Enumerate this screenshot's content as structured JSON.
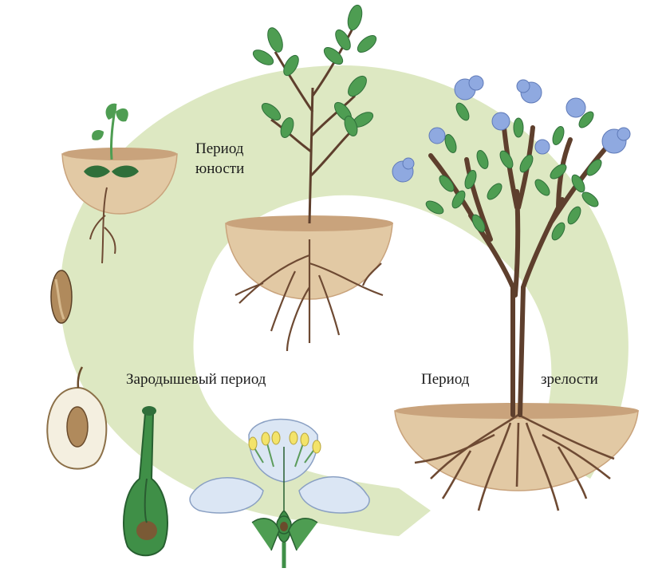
{
  "labels": {
    "youth_line1": "Период",
    "youth_line2": "юности",
    "embryonic": "Зародышевый период",
    "maturity_word1": "Период",
    "maturity_word2": "зрелости"
  },
  "colors": {
    "cycle_band": "#dde8c2",
    "soil": "#e2c9a4",
    "soil_dark": "#c9a37c",
    "root": "#6e4a33",
    "stem": "#5e3f2d",
    "leaf": "#4e9d52",
    "leaf_dark": "#2f6f3a",
    "flower_petal": "#dbe6f4",
    "flower_cluster": "#8fa9e0",
    "pistil_green": "#3f8f47",
    "stamen_yellow": "#f3e36a",
    "seed_brown": "#b08a5c",
    "fruit_flesh": "#f4efe0"
  },
  "icons": [
    "seed-icon",
    "fruit-cross-section-icon",
    "pistil-icon",
    "flower-icon",
    "seedling-icon",
    "young-tree-icon",
    "mature-tree-icon"
  ]
}
